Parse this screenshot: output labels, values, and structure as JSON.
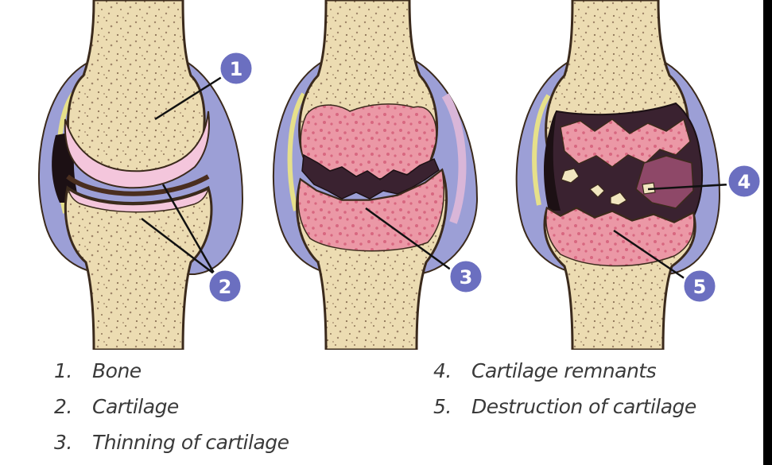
{
  "badges": [
    "1",
    "2",
    "3",
    "4",
    "5"
  ],
  "legend": [
    {
      "num": "1.",
      "label": "Bone"
    },
    {
      "num": "2.",
      "label": "Cartilage"
    },
    {
      "num": "3.",
      "label": "Thinning of cartilage"
    },
    {
      "num": "4.",
      "label": "Cartilage remnants"
    },
    {
      "num": "5.",
      "label": "Destruction of cartilage"
    }
  ],
  "colors": {
    "bone": "#ecdcb2",
    "outline": "#3b2a1c",
    "capsule": "#9c9fd6",
    "capsule_dark": "#7d80c2",
    "cartilage": "#f4c6dc",
    "inflamed": "#e8889b",
    "dark_gap": "#3a2230",
    "badge": "#6b6fc0"
  }
}
